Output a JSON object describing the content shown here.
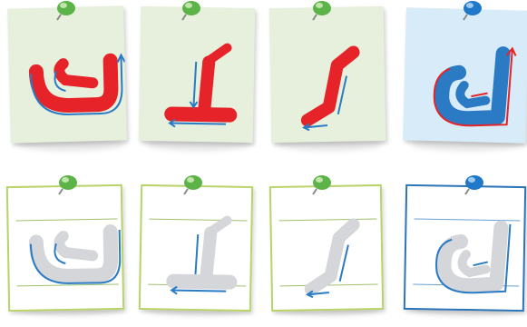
{
  "title": "",
  "colors": {
    "note_green": "#e6f0dc",
    "note_blue": "#d7ebf8",
    "note_white": "#ffffff",
    "border_green": "#b8d36a",
    "border_blue": "#2c74b8",
    "rule_green": "#9fbf6a",
    "rule_blue": "#6aa0d0",
    "ink_red": "#e52329",
    "ink_blue": "#2b7bc4",
    "ghost_gray": "#d4d6d9",
    "pin_green": "#5cb347",
    "pin_blue": "#1f78c8"
  },
  "rows": [
    {
      "name": "colored-cards",
      "cards": [
        {
          "form": "initial-kaf-ligature",
          "icon": "letter-kaf-ligature-red",
          "pin": "green-pin",
          "theme": "green"
        },
        {
          "form": "medial-kaf",
          "icon": "letter-kaf-medial-red",
          "pin": "green-pin",
          "theme": "green"
        },
        {
          "form": "isolated-kaf",
          "icon": "letter-kaf-isolated-red",
          "pin": "green-pin",
          "theme": "green"
        },
        {
          "form": "final-kaf",
          "icon": "letter-kaf-final-red-blue",
          "pin": "blue-pin",
          "theme": "blue"
        }
      ]
    },
    {
      "name": "tracing-cards",
      "cards": [
        {
          "form": "initial-kaf-ligature",
          "icon": "letter-kaf-ligature-trace",
          "pin": "green-pin",
          "theme": "white-green"
        },
        {
          "form": "medial-kaf",
          "icon": "letter-kaf-medial-trace",
          "pin": "green-pin",
          "theme": "white-green"
        },
        {
          "form": "isolated-kaf",
          "icon": "letter-kaf-isolated-trace",
          "pin": "green-pin",
          "theme": "white-green"
        },
        {
          "form": "final-kaf",
          "icon": "letter-kaf-final-trace",
          "pin": "blue-pin",
          "theme": "white-blue"
        }
      ]
    }
  ]
}
